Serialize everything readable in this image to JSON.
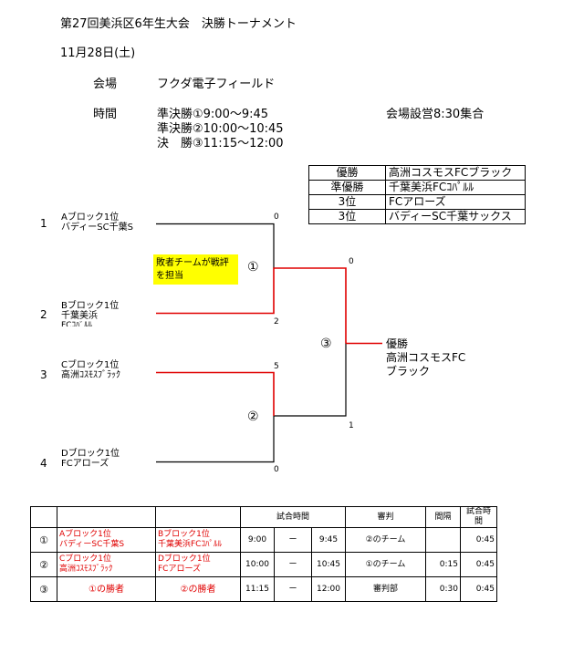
{
  "title": "第27回美浜区6年生大会　決勝トーナメント",
  "date": "11月28日(土)",
  "venue_label": "会場",
  "venue": "フクダ電子フィールド",
  "time_label": "時間",
  "times": [
    "準決勝①9:00～9:45",
    "準決勝②10:00～10:45",
    "決　勝③11:15～12:00"
  ],
  "setup": "会場設営8:30集合",
  "results": [
    {
      "rank": "優勝",
      "team": "高洲コスモスFCブラック"
    },
    {
      "rank": "準優勝",
      "team": "千葉美浜FCｺﾊﾟﾙﾙ"
    },
    {
      "rank": "3位",
      "team": "FCアローズ"
    },
    {
      "rank": "3位",
      "team": "バディーSC千葉サックス"
    }
  ],
  "bracket": {
    "entries": [
      {
        "num": "1",
        "block": "Aブロック1位",
        "team": "バディーSC千葉S",
        "extra": "",
        "score": "0"
      },
      {
        "num": "2",
        "block": "Bブロック1位",
        "team": "千葉美浜",
        "extra": "FCｺﾊﾟﾙﾙ",
        "score": "2"
      },
      {
        "num": "3",
        "block": "Cブロック1位",
        "team": "高洲ｺｽﾓｽﾌﾞﾗｯｸ",
        "extra": "",
        "score": "5"
      },
      {
        "num": "4",
        "block": "Dブロック1位",
        "team": "FCアローズ",
        "extra": "",
        "score": "0"
      }
    ],
    "match_marks": [
      "①",
      "②",
      "③"
    ],
    "final_scores": [
      "0",
      "1"
    ],
    "note": "敗者チームが戦評を担当",
    "winner": [
      "優勝",
      "高洲コスモスFC",
      "ブラック"
    ]
  },
  "schedule": {
    "header": {
      "match_time": "試合時間",
      "referee": "審判",
      "interval": "間隔",
      "match_time2": "試合時間"
    },
    "rows": [
      {
        "no": "①",
        "home": [
          "Aブロック1位",
          "バディーSC千葉S"
        ],
        "away": [
          "Bブロック1位",
          "千葉美浜FCｺﾊﾟﾙﾙ"
        ],
        "start": "9:00",
        "dash": "ー",
        "end": "9:45",
        "referee": "②のチーム",
        "interval": "",
        "duration": "0:45"
      },
      {
        "no": "②",
        "home": [
          "Cブロック1位",
          "高洲ｺｽﾓｽﾌﾞﾗｯｸ"
        ],
        "away": [
          "Dブロック1位",
          "FCアローズ"
        ],
        "start": "10:00",
        "dash": "ー",
        "end": "10:45",
        "referee": "①のチーム",
        "interval": "0:15",
        "duration": "0:45"
      },
      {
        "no": "③",
        "home": [
          "①の勝者"
        ],
        "away": [
          "②の勝者"
        ],
        "start": "11:15",
        "dash": "ー",
        "end": "12:00",
        "referee": "審判部",
        "interval": "0:30",
        "duration": "0:45"
      }
    ]
  },
  "colors": {
    "winner_line": "#e00000",
    "note_bg": "#ffff00",
    "line": "#000000"
  }
}
